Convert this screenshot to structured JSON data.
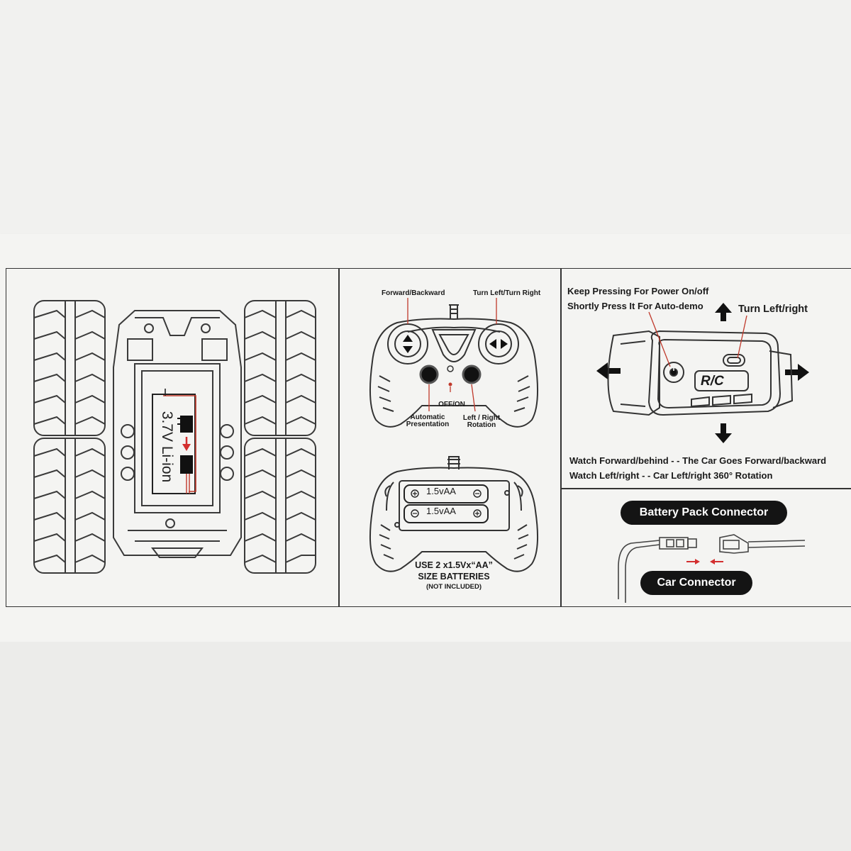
{
  "car_panel": {
    "battery_label": "3.7V Li-ion"
  },
  "remote_panel": {
    "forward_backward": "Forward/Backward",
    "turn_left_right": "Turn Left/Turn Right",
    "off_on": "OFF/ON",
    "automatic_presentation": "Automatic Presentation",
    "left_right_rotation": "Left / Right Rotation",
    "battery_1": "1.5vAA",
    "battery_2": "1.5vAA",
    "battery_instruction_line1": "USE 2 x1.5Vx“AA”",
    "battery_instruction_line2": "SIZE BATTERIES",
    "battery_note": "(NOT INCLUDED)"
  },
  "watch_panel": {
    "power_line1": "Keep Pressing For Power On/off",
    "power_line2": "Shortly Press It For Auto-demo",
    "turn_left_right": "Turn Left/right",
    "logo": "R/C",
    "instruction_line1": "Watch Forward/behind - - The Car Goes Forward/backward",
    "instruction_line2": "Watch Left/right - - Car Left/right 360° Rotation"
  },
  "connector_panel": {
    "battery_pack_connector": "Battery Pack Connector",
    "car_connector": "Car Connector"
  }
}
